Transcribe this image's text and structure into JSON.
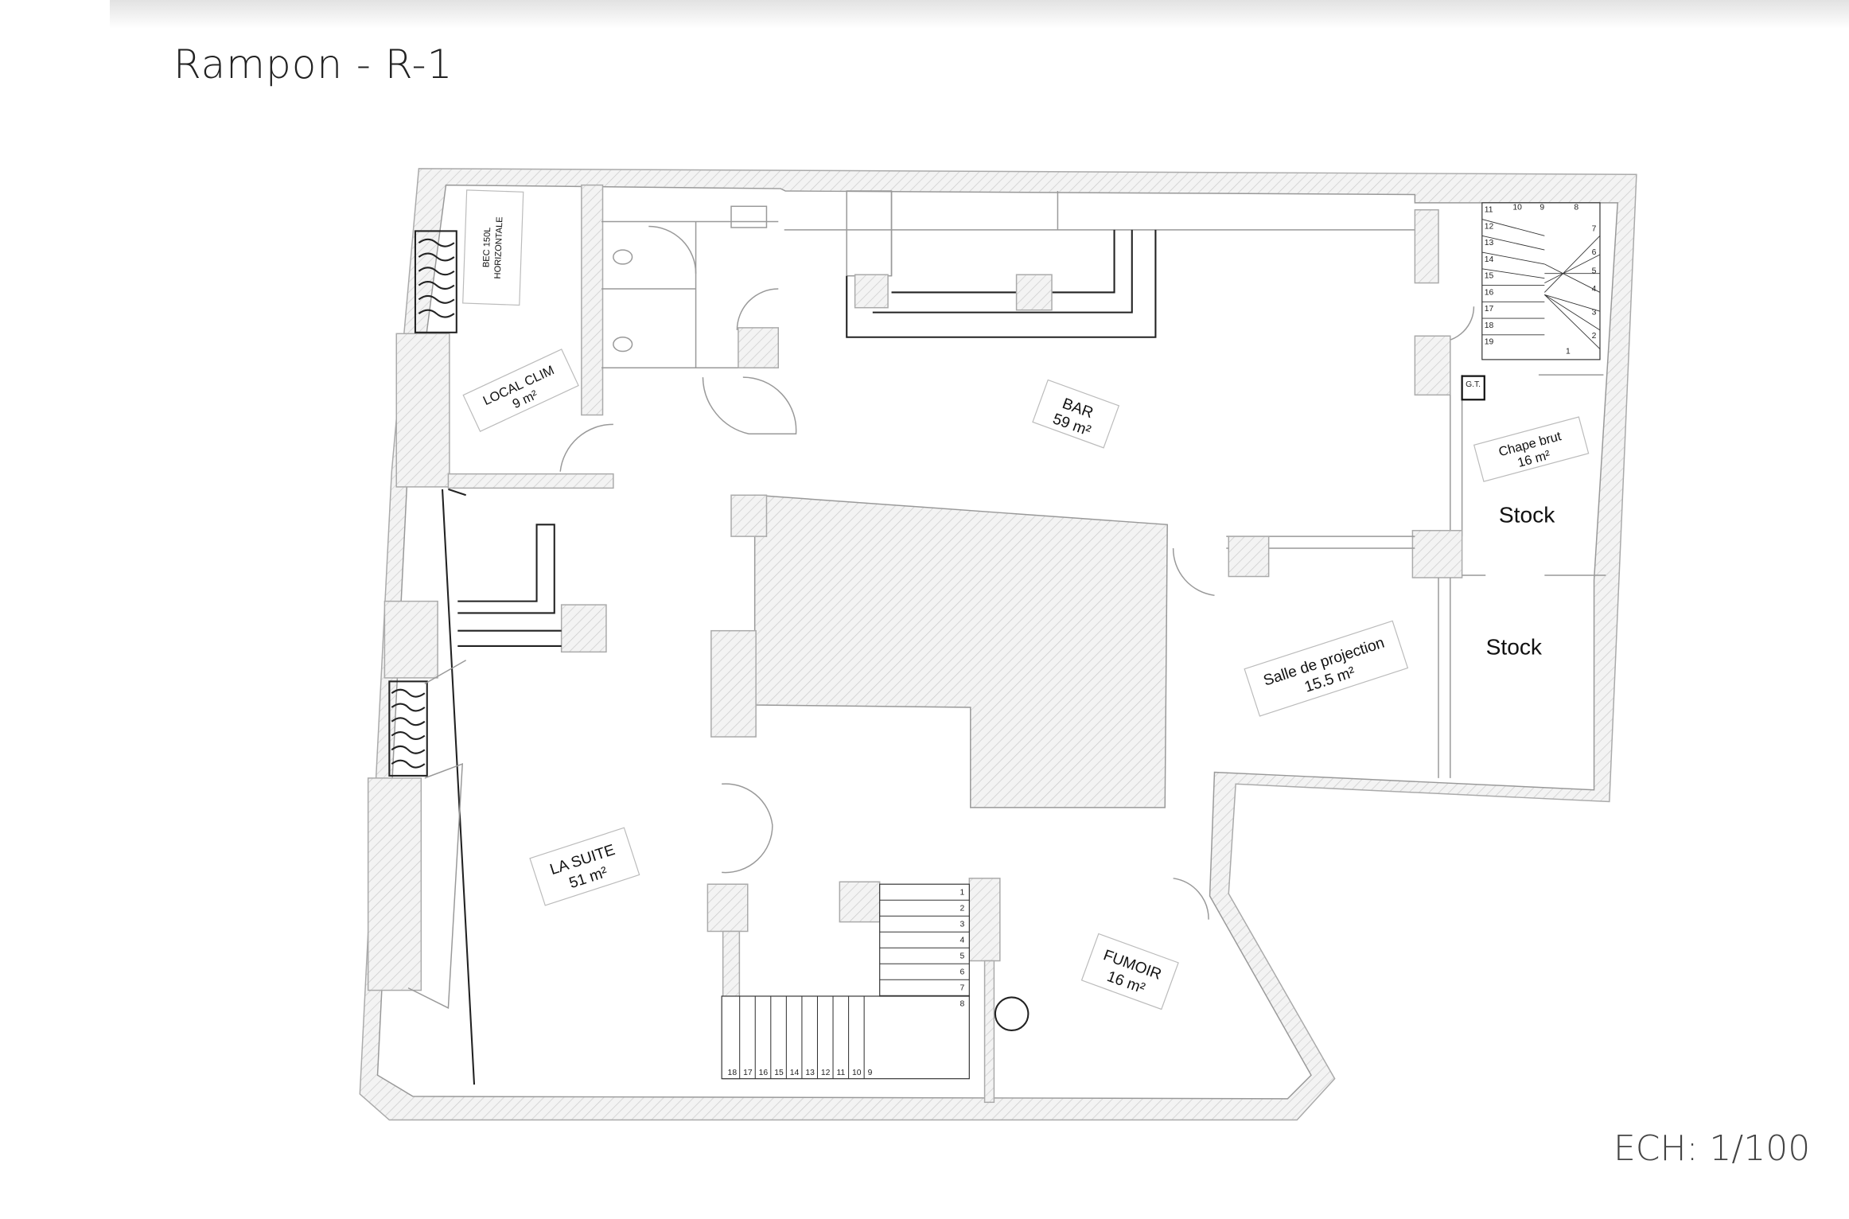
{
  "header": {
    "title": "Rampon - R-1"
  },
  "footer": {
    "scale": "ECH: 1/100"
  },
  "rooms": {
    "local_clim": {
      "name": "LOCAL CLIM",
      "area": "9 m²"
    },
    "bar": {
      "name": "BAR",
      "area": "59 m²"
    },
    "chape": {
      "name": "Chape brut",
      "area": "16 m²"
    },
    "stock1": {
      "name": "Stock"
    },
    "stock2": {
      "name": "Stock"
    },
    "projection": {
      "name": "Salle de projection",
      "area": "15.5 m²"
    },
    "la_suite": {
      "name": "LA SUITE",
      "area": "51 m²"
    },
    "fumoir": {
      "name": "FUMOIR",
      "area": "16 m²"
    }
  },
  "equipment": {
    "bec_line1": "BEC  150L",
    "bec_line2": "HORIZONTALE",
    "gt": "G.T."
  },
  "stairs": {
    "spiral": [
      "1",
      "2",
      "3",
      "4",
      "5",
      "6",
      "7",
      "8",
      "9",
      "10",
      "11",
      "12",
      "13",
      "14",
      "15",
      "16",
      "17",
      "18",
      "19"
    ],
    "main_vertical": [
      "1",
      "2",
      "3",
      "4",
      "5",
      "6",
      "7",
      "8"
    ],
    "main_horizontal": [
      "9",
      "10",
      "11",
      "12",
      "13",
      "14",
      "15",
      "16",
      "17",
      "18"
    ]
  }
}
